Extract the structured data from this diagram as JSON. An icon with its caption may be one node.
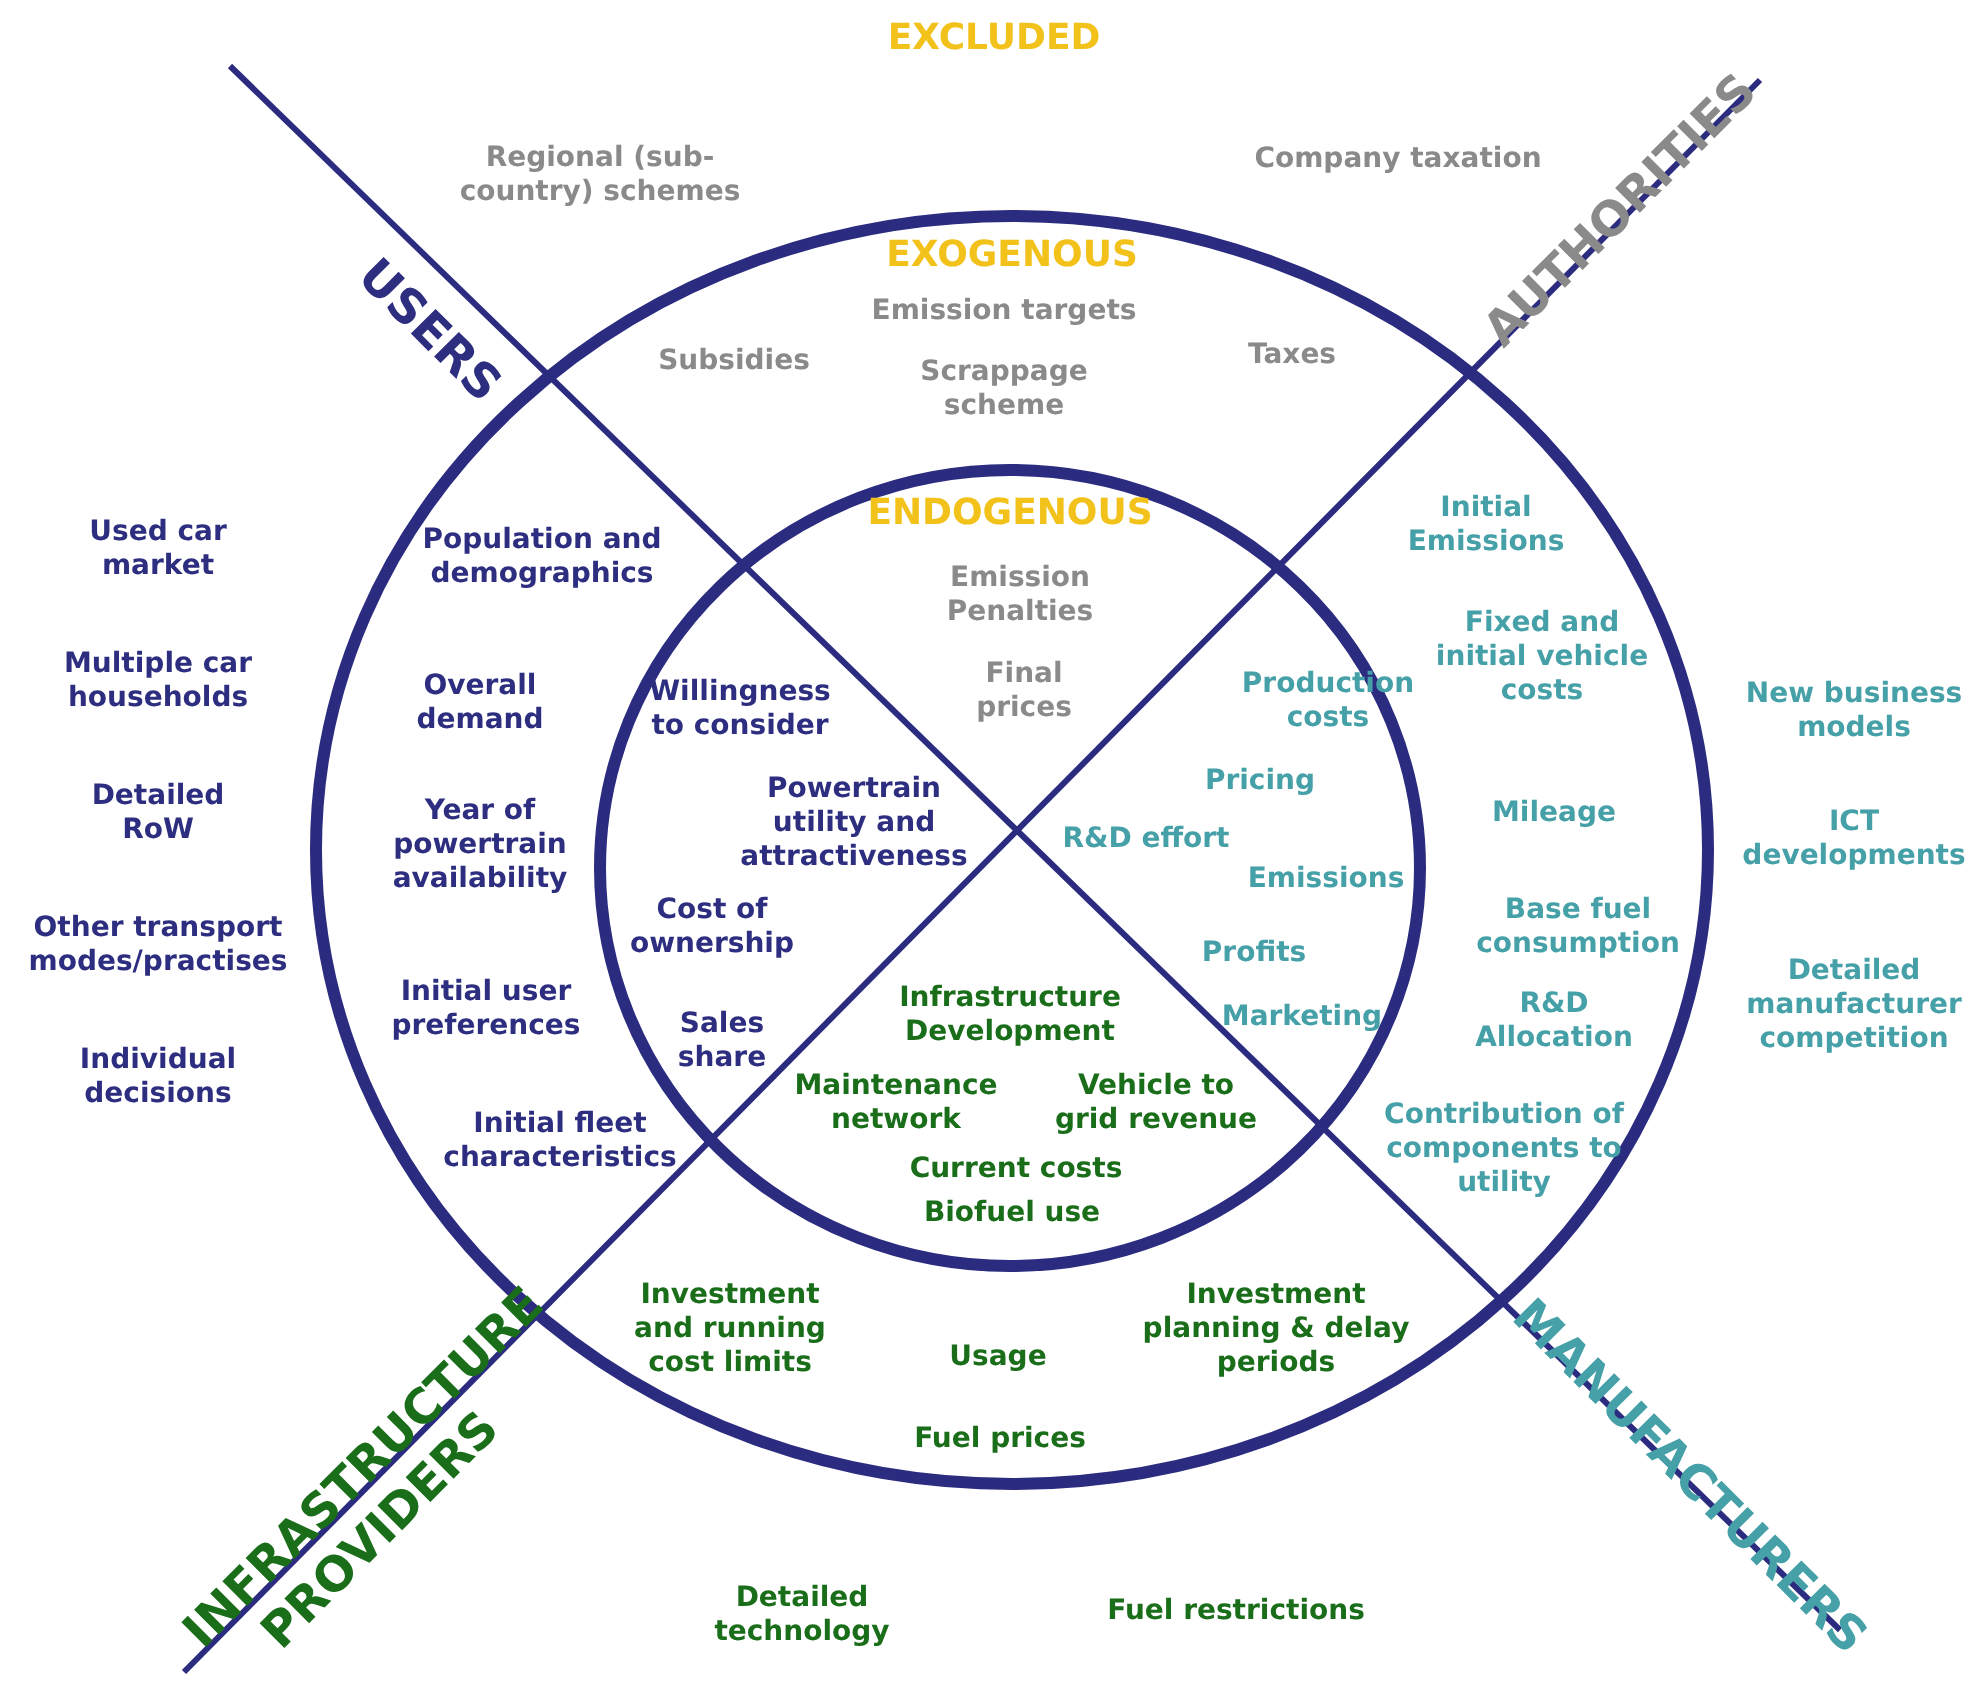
{
  "diagram": {
    "nodes": [
      {
        "text": [
          "EXOGENOUS"
        ]
      },
      {
        "text": [
          "ENDOGENOUS"
        ],
        "in": 0
      }
    ],
    "labels": [
      "EXCLUDED",
      "Regional (sub-country) schemes",
      "Company taxation",
      "AUTHORITIES",
      "USERS",
      "Emission targets",
      "Subsidies",
      "Taxes",
      "Scrappage scheme",
      "Used car market",
      "Population and demographics",
      "Initial Emissions",
      "Emission Penalties",
      "Fixed and initial vehicle costs",
      "Multiple car households",
      "Willingness to consider",
      "Final prices",
      "Production costs",
      "Overall demand",
      "New business models",
      "Detailed RoW",
      "Pricing",
      "Year of powertrain availability",
      "Mileage",
      "Powertrain utility and attractiveness",
      "R&D effort",
      "ICT developments",
      "Emissions",
      "Cost of ownership",
      "Other transport modes/practises",
      "Base fuel consumption",
      "Profits",
      "Initial user preferences",
      "Detailed manufacturer competition",
      "Infrastructure Development",
      "Marketing",
      "R&D Allocation",
      "Sales share",
      "Individual decisions",
      "Maintenance network",
      "Vehicle to grid revenue",
      "Initial fleet characteristics",
      "Contribution of components to utility",
      "Current costs",
      "Biofuel use",
      "Investment and running cost limits",
      "Investment planning & delay periods",
      "Usage",
      "MANUFACTURERS",
      "Fuel prices",
      "INFRASTRUCTURE PROVIDERS",
      "Detailed technology",
      "Fuel restrictions"
    ]
  }
}
